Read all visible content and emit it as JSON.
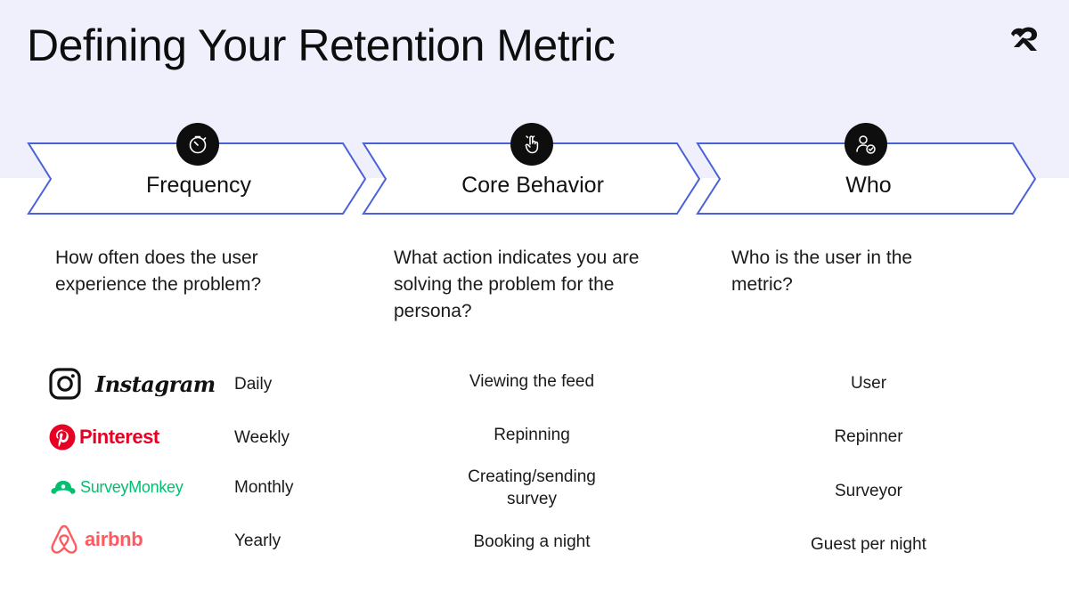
{
  "slide": {
    "title": "Defining Your Retention Metric",
    "logo_icon": "company-logo-icon"
  },
  "steps": [
    {
      "icon": "stopwatch-icon",
      "label": "Frequency",
      "description": "How often does the user experience the problem?"
    },
    {
      "icon": "pointing-hand-icon",
      "label": "Core Behavior",
      "description": "What action indicates you are solving the problem for the persona?"
    },
    {
      "icon": "user-check-icon",
      "label": "Who",
      "description": "Who is the user in the metric?"
    }
  ],
  "examples": [
    {
      "company": "Instagram",
      "frequency": "Daily",
      "core_behavior": "Viewing the feed",
      "who": "User",
      "brand_color": "#111111"
    },
    {
      "company": "Pinterest",
      "frequency": "Weekly",
      "core_behavior": "Repinning",
      "who": "Repinner",
      "brand_color": "#e60023"
    },
    {
      "company": "SurveyMonkey",
      "frequency": "Monthly",
      "core_behavior": "Creating/sending survey",
      "who": "Surveyor",
      "brand_color": "#00bf6f"
    },
    {
      "company": "airbnb",
      "frequency": "Yearly",
      "core_behavior": "Booking a night",
      "who": "Guest per night",
      "brand_color": "#ff5a5f"
    }
  ],
  "colors": {
    "band": "#eff0fc",
    "chevron_stroke": "#4a62d8",
    "icon_bg": "#0e0e0e"
  }
}
